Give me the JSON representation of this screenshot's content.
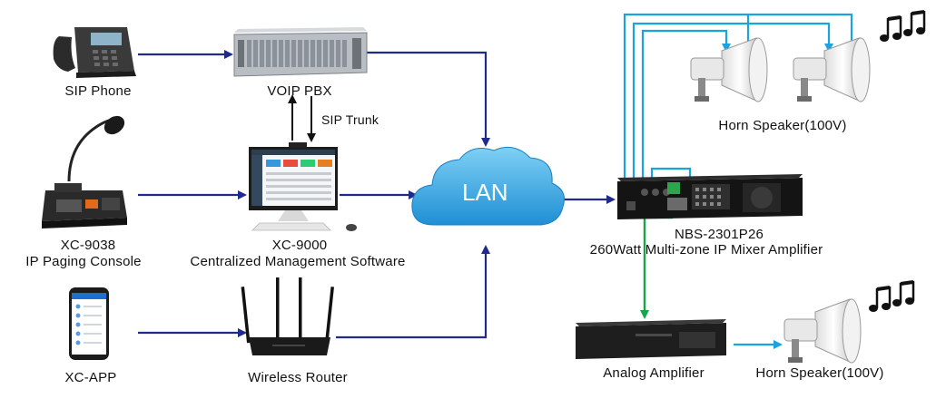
{
  "devices": {
    "sip_phone": "SIP Phone",
    "voip_pbx": "VOIP PBX",
    "sip_trunk": "SIP Trunk",
    "paging_console_model": "XC-9038",
    "paging_console_name": "IP Paging Console",
    "mgmt_model": "XC-9000",
    "mgmt_name": "Centralized Management Software",
    "app": "XC-APP",
    "router": "Wireless Router",
    "lan": "LAN",
    "mixer_model": "NBS-2301P26",
    "mixer_name": "260Watt Multi-zone IP Mixer Amplifier",
    "horn_top": "Horn Speaker(100V)",
    "analog_amp": "Analog Amplifier",
    "horn_bottom": "Horn Speaker(100V)"
  },
  "colors": {
    "navy_link": "#1f2a8c",
    "speaker_link": "#1ba3e0",
    "analog_link": "#19a34a"
  }
}
